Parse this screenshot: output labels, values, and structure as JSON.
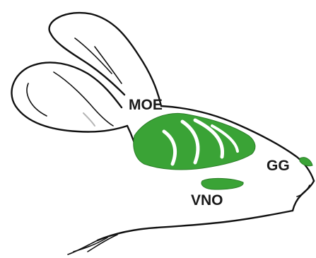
{
  "labels": {
    "moe": "MOE",
    "vno": "VNO",
    "gg": "GG"
  },
  "colors": {
    "region_fill": "#3aa336",
    "region_stroke": "#2b7f28",
    "outline": "#111111"
  }
}
